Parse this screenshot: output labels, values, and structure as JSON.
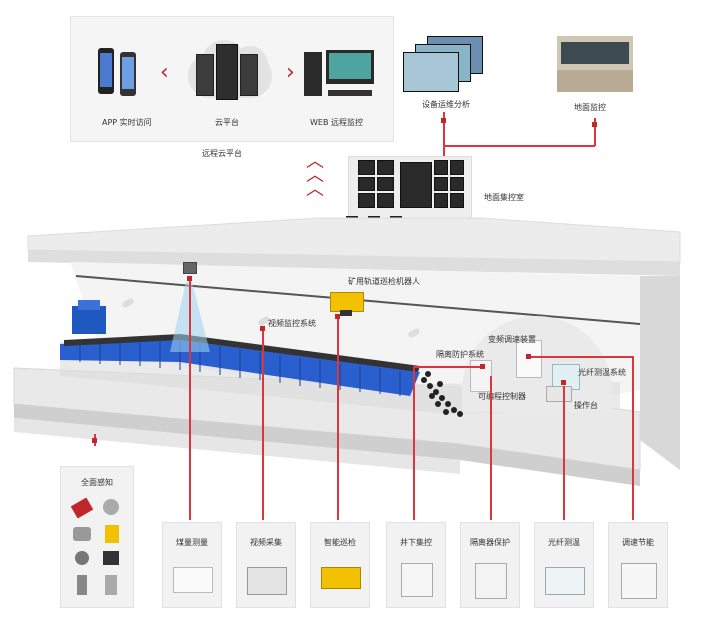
{
  "remote_platform": {
    "app_label": "APP 实时访问",
    "cloud_label": "云平台",
    "web_label": "WEB 远程监控",
    "caption": "远程云平台"
  },
  "top_right": {
    "equipment_analysis": "设备运维分析",
    "ground_monitor": "地面监控"
  },
  "control_room": {
    "label": "地面集控室"
  },
  "tunnel_labels": {
    "inspection_robot": "矿用轨道巡检机器人",
    "video_monitor": "视频监控系统",
    "frequency_converter": "变频调速装置",
    "coupling_protection": "隔离防护系统",
    "plc_cabinet": "可编程控制器",
    "fiber_temp": "光纤测温系统",
    "operation_console": "操作台"
  },
  "perception": {
    "title": "全面感知"
  },
  "modules": [
    {
      "label": "煤量测量"
    },
    {
      "label": "视频采集"
    },
    {
      "label": "智能巡检"
    },
    {
      "label": "井下集控"
    },
    {
      "label": "隔离器保护"
    },
    {
      "label": "光纤测温"
    },
    {
      "label": "调速节能"
    }
  ],
  "colors": {
    "accent_red": "#c0272d",
    "conveyor_blue": "#1f57c9",
    "robot_yellow": "#f2c200"
  }
}
